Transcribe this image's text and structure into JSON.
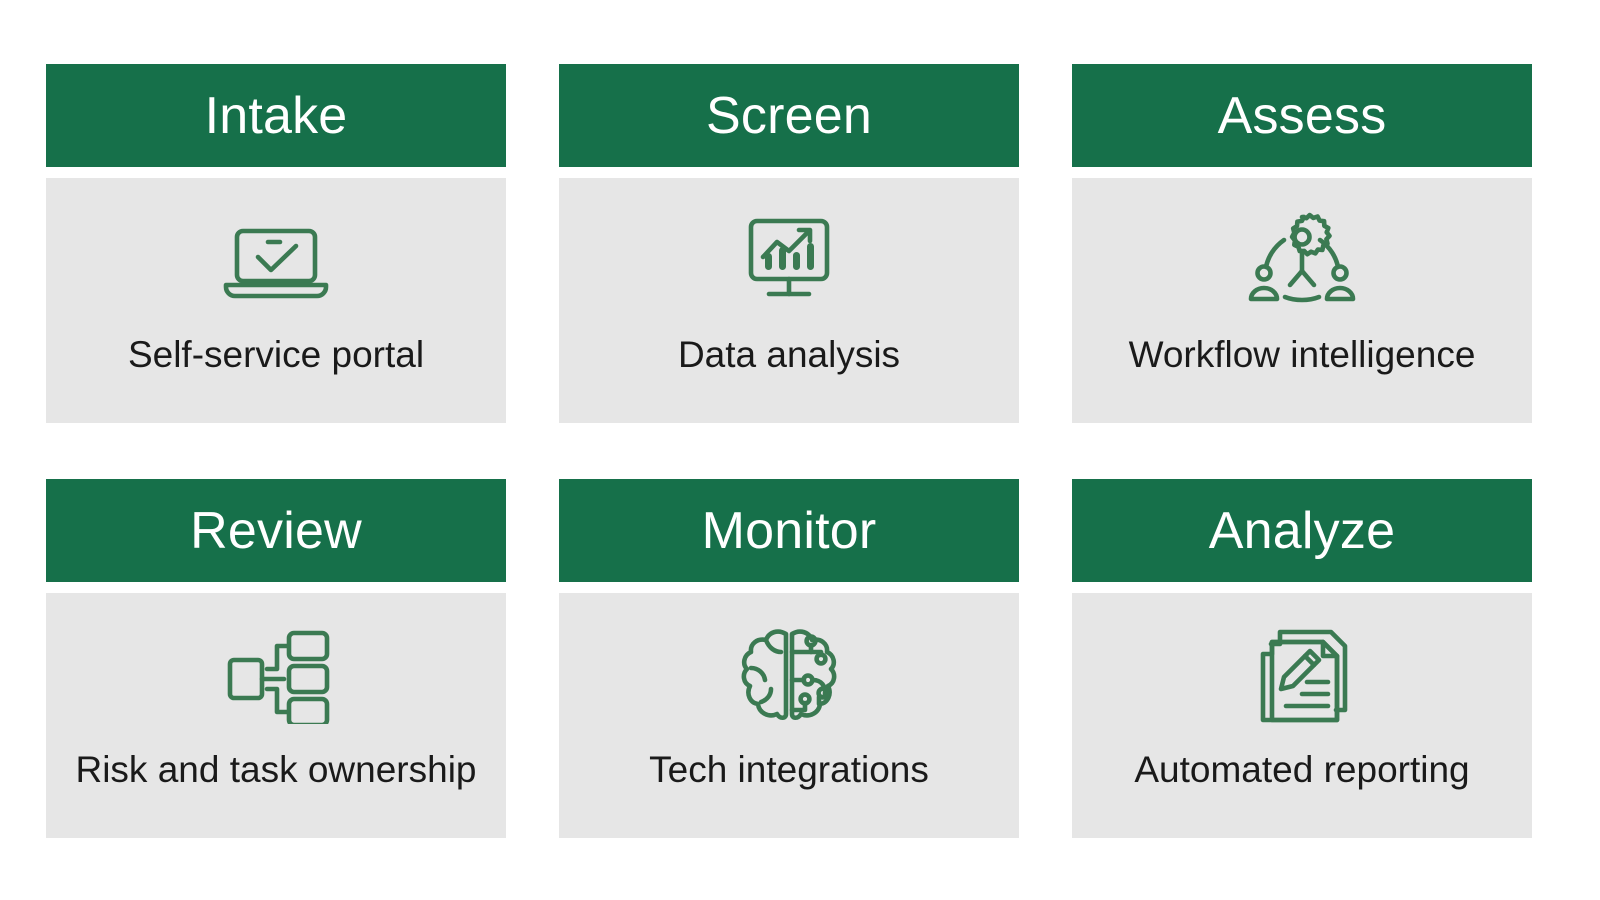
{
  "palette": {
    "header_green": "#16704a",
    "body_gray": "#e6e6e6",
    "icon_green": "#3b7a52",
    "title_text": "#ffffff",
    "caption_text": "#1a1a1a",
    "page_background": "#ffffff"
  },
  "layout": {
    "columns": 3,
    "rows": 2
  },
  "cards": [
    {
      "id": "intake",
      "title": "Intake",
      "caption": "Self-service portal",
      "icon": "laptop-check-icon"
    },
    {
      "id": "screen",
      "title": "Screen",
      "caption": "Data analysis",
      "icon": "monitor-chart-growth-icon"
    },
    {
      "id": "assess",
      "title": "Assess",
      "caption": "Workflow intelligence",
      "icon": "people-gear-network-icon"
    },
    {
      "id": "review",
      "title": "Review",
      "caption": "Risk and task ownership",
      "icon": "org-hierarchy-icon"
    },
    {
      "id": "monitor",
      "title": "Monitor",
      "caption": "Tech integrations",
      "icon": "brain-circuit-icon"
    },
    {
      "id": "analyze",
      "title": "Analyze",
      "caption": "Automated reporting",
      "icon": "documents-pencil-icon"
    }
  ]
}
